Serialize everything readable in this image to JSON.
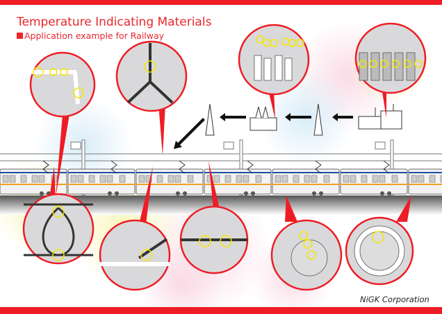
{
  "header": {
    "title": "Temperature Indicating Materials",
    "subtitle": "Application example for Railway"
  },
  "footer": {
    "company": "NiGK Corporation"
  },
  "colors": {
    "brand_red": "#ee1c25",
    "indicator_yellow": "#f5e600",
    "detail_gray": "#d9d9db"
  },
  "diagram": {
    "power_flow": [
      "power-plant",
      "transmission-tower",
      "substation",
      "transmission-tower",
      "overhead-line"
    ],
    "callouts": [
      {
        "id": "overhead-line-joint",
        "indicators": 4
      },
      {
        "id": "overhead-line-y-junction",
        "indicators": 1
      },
      {
        "id": "power-plant-bushings",
        "indicators": 6
      },
      {
        "id": "substation-switchgear",
        "indicators": 6
      },
      {
        "id": "feeder-loop-clamp",
        "indicators": 2
      },
      {
        "id": "rail-clamp",
        "indicators": 1
      },
      {
        "id": "cable-splice",
        "indicators": 2
      },
      {
        "id": "motor-bearing-housing",
        "indicators": 3
      },
      {
        "id": "axle-bearing",
        "indicators": 1
      }
    ]
  }
}
